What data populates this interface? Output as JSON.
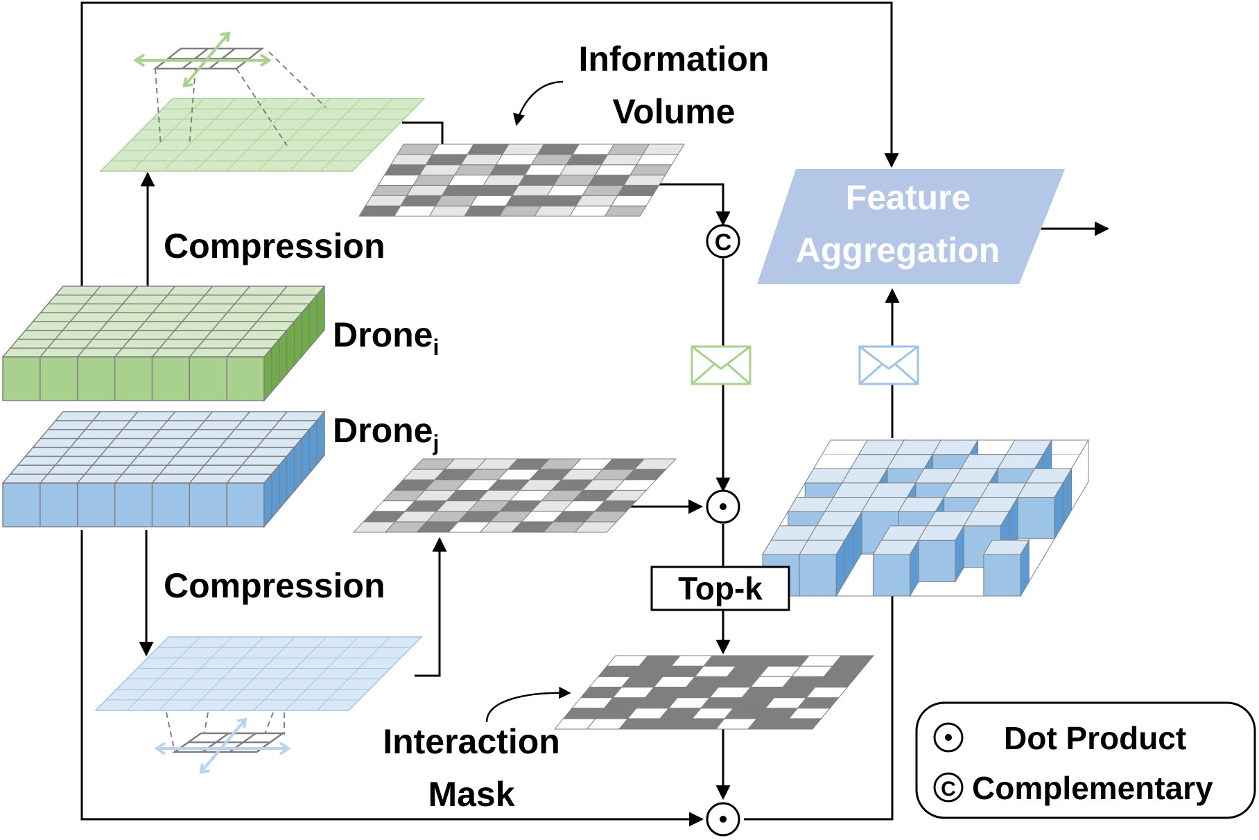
{
  "labels": {
    "information_volume_line1": "Information",
    "information_volume_line2": "Volume",
    "compression_top": "Compression",
    "compression_bottom": "Compression",
    "drone_i_base": "Drone",
    "drone_i_sub": "i",
    "drone_j_base": "Drone",
    "drone_j_sub": "j",
    "feature_aggregation_line1": "Feature",
    "feature_aggregation_line2": "Aggregation",
    "topk": "Top-k",
    "interaction_mask_line1": "Interaction",
    "interaction_mask_line2": "Mask",
    "complementary_symbol": "C",
    "legend_dot_product": "Dot Product",
    "legend_complementary": "Complementary"
  },
  "colors": {
    "green_fill": "#a9d18e",
    "green_light": "#d5e8c8",
    "green_dark": "#70ad47",
    "blue_fill": "#9dc3e6",
    "blue_light": "#dae8f5",
    "blue_dark": "#5b9bd5",
    "agg_fill": "#b4c7e7",
    "gray_dark": "#7f7f7f",
    "gray_mid": "#bfbfbf",
    "gray_light": "#e6e6e6"
  }
}
